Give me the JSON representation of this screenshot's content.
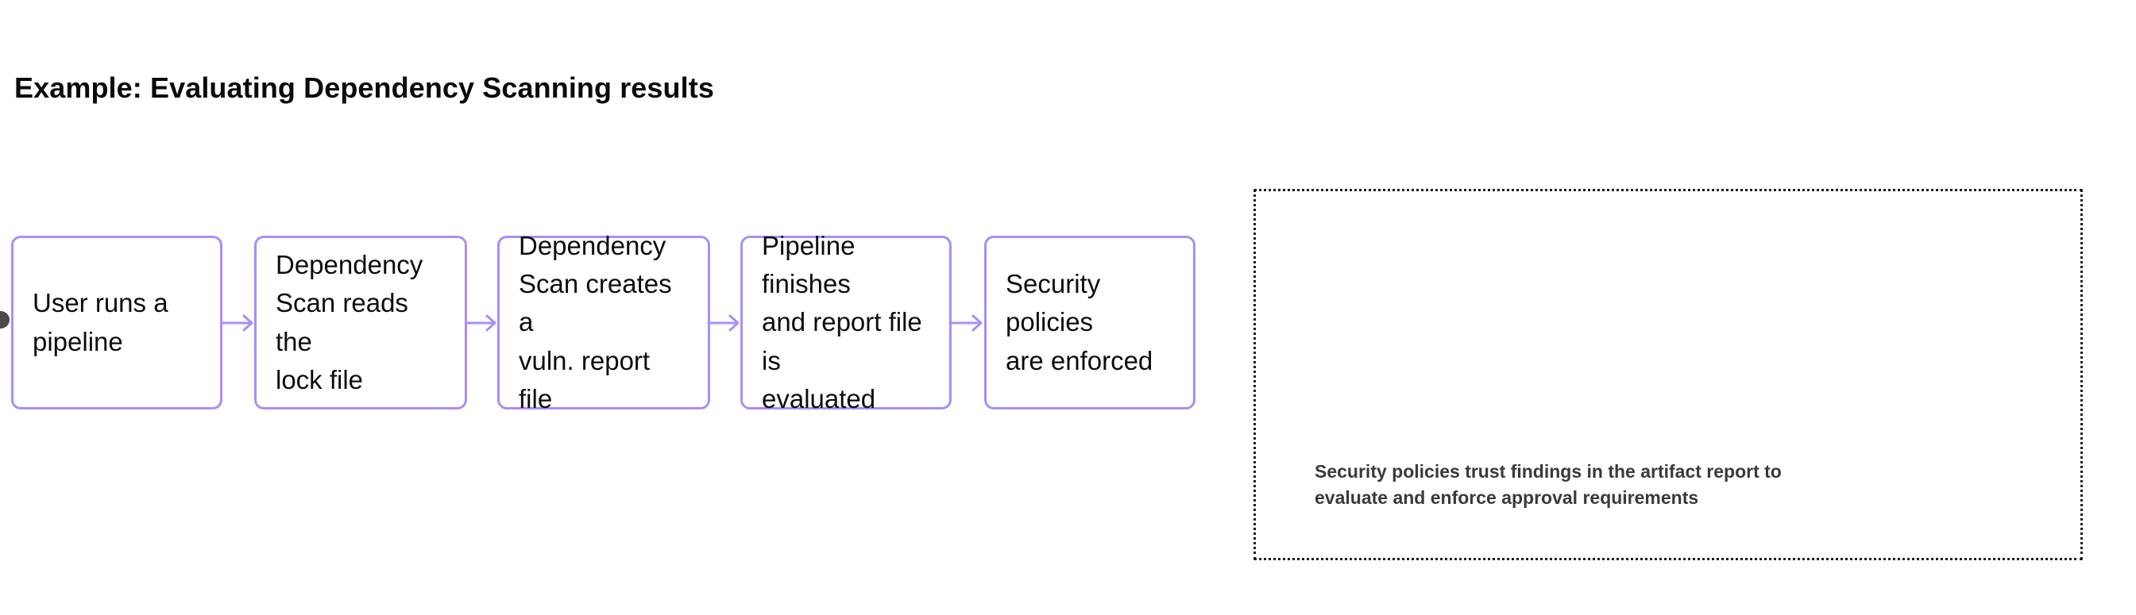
{
  "title": "Example: Evaluating Dependency Scanning results",
  "colors": {
    "node_border": "#a98efc",
    "arrow": "#a98efc",
    "group_border": "#1f1f1f",
    "node_text": "#0d0d0d",
    "caption_text": "#3a3a3a",
    "handle": "#4a4a4a",
    "background": "#ffffff"
  },
  "nodes": [
    {
      "id": "user-runs-pipeline",
      "label": "User runs a\npipeline"
    },
    {
      "id": "dependency-scan-reads",
      "label": "Dependency\nScan reads the\nlock file"
    },
    {
      "id": "dependency-scan-creates",
      "label": "Dependency\nScan creates a\nvuln. report file"
    },
    {
      "id": "pipeline-finishes",
      "label": "Pipeline finishes\nand report file is\nevaluated"
    },
    {
      "id": "security-policies",
      "label": "Security policies\nare enforced"
    }
  ],
  "connectors": [
    {
      "id": "arrow-1",
      "from": "user-runs-pipeline",
      "to": "dependency-scan-reads"
    },
    {
      "id": "arrow-2",
      "from": "dependency-scan-reads",
      "to": "dependency-scan-creates"
    },
    {
      "id": "arrow-3",
      "from": "dependency-scan-creates",
      "to": "pipeline-finishes"
    },
    {
      "id": "arrow-4",
      "from": "pipeline-finishes",
      "to": "security-policies"
    }
  ],
  "group": {
    "id": "security-policy-group",
    "contains": [
      "pipeline-finishes",
      "security-policies"
    ],
    "caption": "Security policies trust findings in the artifact report to\nevaluate and enforce approval requirements"
  }
}
